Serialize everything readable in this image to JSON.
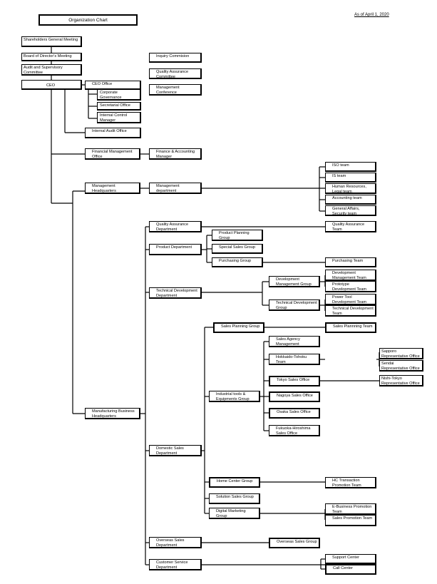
{
  "title": "Organization Chart",
  "as_of": "As of April 1, 2020",
  "nodes": {
    "shareholders": "Shareholders General Meeting",
    "board": "Board of Director's Meeting",
    "audit_committee": "Audit and Supervisory Committee",
    "ceo": "CEO",
    "inquiry": "Inquiry Commision",
    "qa_committee": "Quality Assurance Committee",
    "mgmt_conference": "Management Conference",
    "ceo_office": "CEO Office",
    "corp_gov": "Corporate Governance Promotion Manager",
    "secretarial": "Secretarial Office",
    "internal_control": "Internal Control Manager",
    "internal_audit": "Internal Audit Office",
    "fin_mgmt": "Financial Management Office",
    "fin_acct": "Finance & Accounting Manager",
    "mgmt_hq": "Management Headquarters",
    "mgmt_dept": "Management department",
    "iso": "ISO team",
    "is_team": "IS team",
    "hr_legal": "Human Resources, Legal team",
    "accounting": "Accounting team",
    "general_affairs": "General Affairs, Security team",
    "mfg_hq": "Manufacturing Business Headquarters",
    "qa_dept": "Quality Assurance Department",
    "qa_team": "Quality Assurance Team",
    "product_dept": "Product Department",
    "product_planning": "Product Planning Group",
    "special_sales": "Special Sales Group",
    "purchasing_group": "Purchasing Group",
    "purchasing_team": "Purchasing Team",
    "tech_dev_dept": "Technical Development Department",
    "dev_mgmt_group": "Development Management Group",
    "tech_dev_group": "Technical Development Group",
    "dev_mgmt_team": "Development Management Team",
    "prototype_team": "Prototype Development Team",
    "power_tool_team": "Power Tool Development Team",
    "tech_dev_team": "Technical Development Team",
    "domestic_sales": "Domestic Sales Department",
    "sales_planning_group": "Sales Planning Group",
    "sales_planning_team": "Sales Plannning Team",
    "industrial_group": "Industrial tools & Equipments Group",
    "sales_agency": "Sales Agency Management",
    "hokkaido": "Hokkaido-Tohoku Team",
    "sapporo": "Sapporo Representative Office",
    "sendai": "Sendai Representative Office",
    "tokyo": "Tokyo Sales Office",
    "nishi_tokyo": "Nishi-Tokyo Representative Office",
    "nagoya": "Nagoya Sales Office",
    "osaka": "Osaka Sales Office",
    "fukuoka": "Fukuoka-Hiroshima Sales Office",
    "home_center": "Home Center Group",
    "hc_team": "HC Transaction Promotion Team",
    "solution_sales": "Solution Sales Group",
    "digital_marketing": "Digital Marketing Group",
    "ebusiness": "E-Business Promotion Team",
    "sales_promotion": "Sales Promotion Team",
    "overseas_dept": "Overseas Sales Department",
    "overseas_group": "Overseas Sales Group",
    "customer_service": "Customer Service Department",
    "support_center": "Support Center",
    "call_center": "Call Center"
  }
}
